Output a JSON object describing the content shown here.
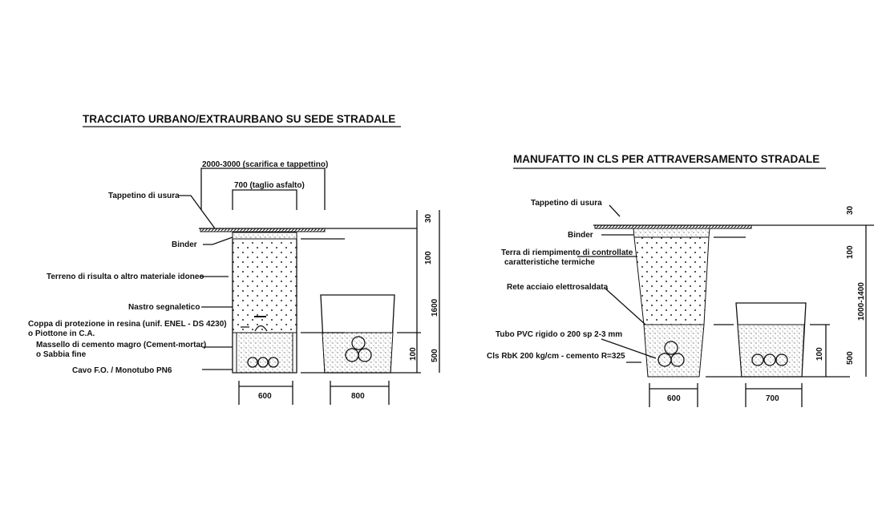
{
  "left": {
    "title": "TRACCIATO URBANO/EXTRAURBANO SU SEDE STRADALE",
    "dim_top_outer": "2000-3000 (scarifica  e  tappettino)",
    "dim_top_inner": "700 (taglio asfalto)",
    "labels": [
      "Tappetino di usura",
      "Binder",
      "Terreno di risulta o altro materiale idoneo",
      "Nastro segnaletico",
      "Coppa di protezione in resina (unif. ENEL - DS  4230)",
      "o Piottone in C.A.",
      "Massello di cemento magro (Cement-mortar)",
      "o Sabbia fine",
      "Cavo F.O.  /  Monotubo PN6"
    ],
    "dims_vertical": [
      "30",
      "100",
      "1600",
      "100",
      "500"
    ],
    "dims_bottom": [
      "600",
      "800"
    ]
  },
  "right": {
    "title": "MANUFATTO IN CLS PER ATTRAVERSAMENTO STRADALE",
    "labels": [
      "Tappetino di usura",
      "Binder",
      "Terra di riempimento di controllate",
      "caratteristiche termiche",
      "Rete acciaio elettrosaldata",
      "Tubo PVC rigido  o 200 sp 2-3 mm",
      "Cls RbK 200 kg/cm - cemento R=325"
    ],
    "dims_vertical": [
      "30",
      "100",
      "1000-1400",
      "100",
      "500"
    ],
    "dims_bottom": [
      "600",
      "700"
    ]
  }
}
